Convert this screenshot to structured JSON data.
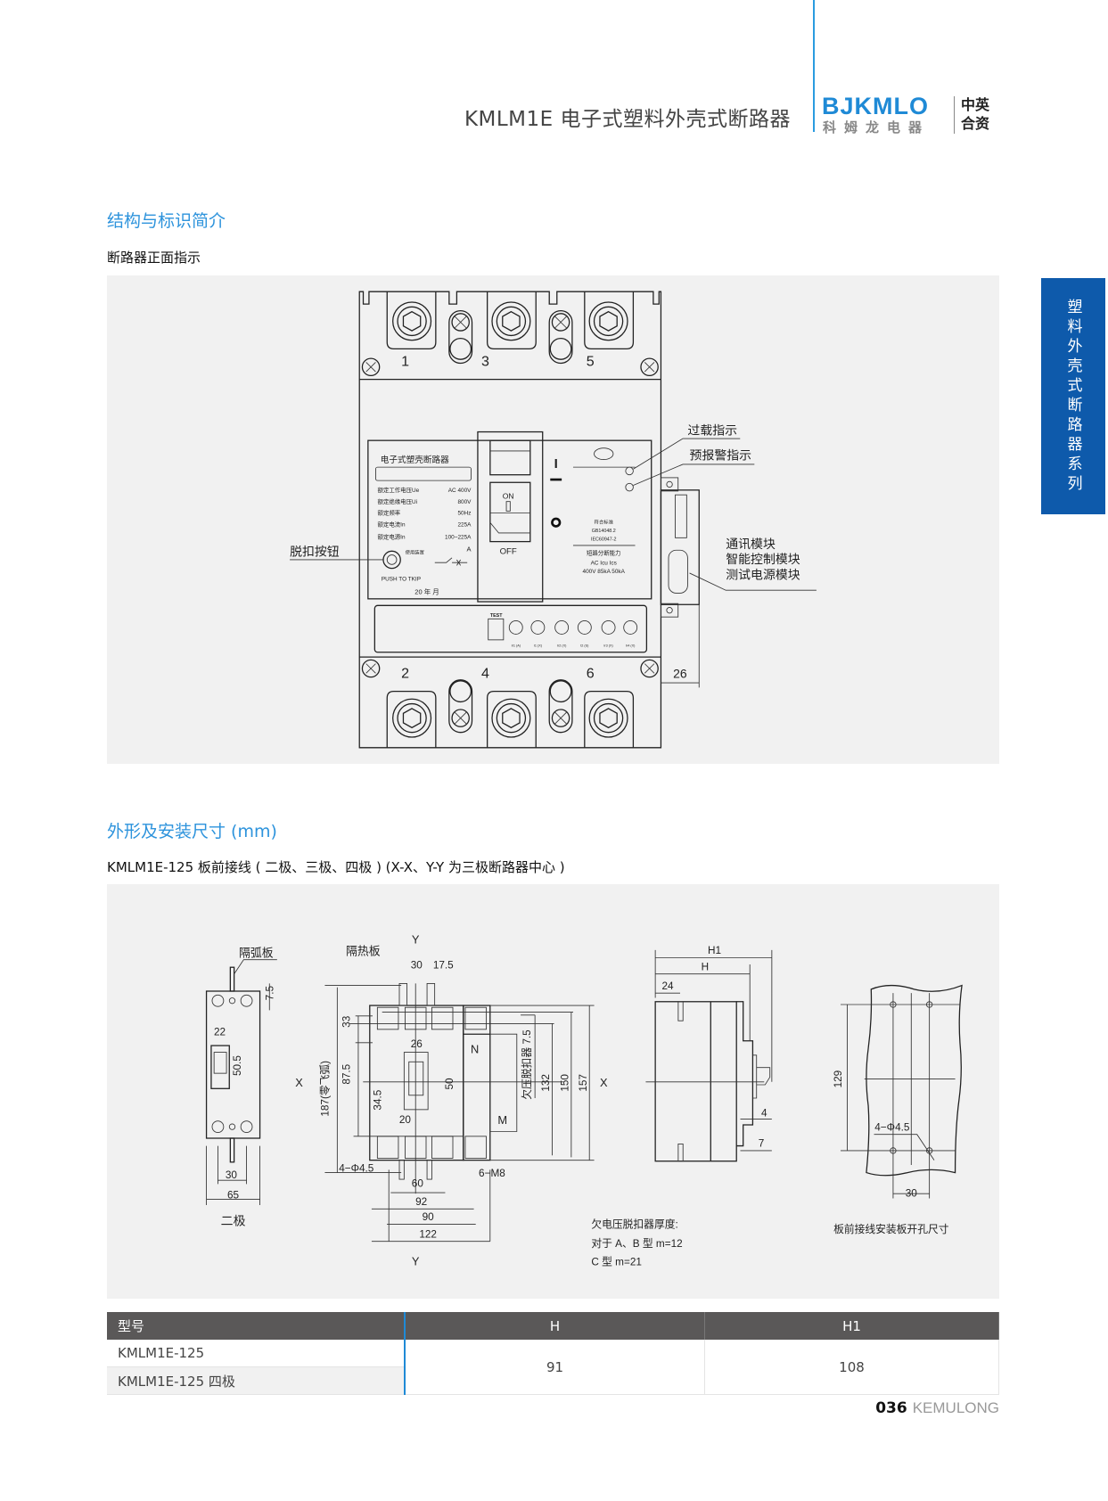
{
  "header": {
    "title": "KMLM1E 电子式塑料外壳式断路器",
    "logo_en": "BJKMLO",
    "logo_cn": "科姆龙电器",
    "logo_tag": "中英合资"
  },
  "side_tab": "塑料外壳式断路器系列",
  "section1": {
    "title": "结构与标识简介",
    "subtitle": "断路器正面指示",
    "callouts": {
      "overload": "过载指示",
      "prealarm": "预报警指示",
      "trip_button": "脱扣按钮",
      "comm": "通讯模块",
      "smart": "智能控制模块",
      "test_power": "测试电源模块",
      "dim_26": "26"
    },
    "poles_top": [
      "1",
      "3",
      "5"
    ],
    "poles_bottom": [
      "2",
      "4",
      "6"
    ],
    "nameplate": {
      "title": "电子式塑壳断路器",
      "rows": [
        {
          "label": "额定工作电压Ue",
          "value": "AC  400V"
        },
        {
          "label": "额定绝缘电压Ui",
          "value": "800V"
        },
        {
          "label": "额定频率",
          "value": "50Hz"
        },
        {
          "label": "额定电流In",
          "value": "225A"
        },
        {
          "label": "额定电源In",
          "value": "100~225A"
        }
      ],
      "unit_a": "A",
      "use_device": "使用装置",
      "push_to_trip": "PUSH TO TKIP",
      "date": "20  年  月",
      "on": "ON",
      "off": "OFF",
      "on_symbol": "I",
      "off_symbol": "O",
      "standard_title": "符合标准",
      "standard_1": "GB14048.2",
      "standard_2": "IEC60947-2",
      "breaking_title": "短路分断能力",
      "breaking_head": "AC    Icu    Ics",
      "breaking_values": "400V  85kA  50kA",
      "test": "TEST",
      "dial_labels": [
        "Ir1 (A)",
        "I1 (X)",
        "Ir2 (X)",
        "t2 (S)",
        "Ir3 (X)",
        "Ir4 (X)"
      ]
    }
  },
  "section2": {
    "title": "外形及安装尺寸 (mm)",
    "subtitle": "KMLM1E-125 板前接线 ( 二极、三极、四极 )   (X-X、Y-Y 为三极断路器中心 )",
    "two_pole": {
      "arc_plate": "隔弧板",
      "d7_5": "7.5",
      "d22": "22",
      "d50_5": "50.5",
      "d30": "30",
      "d65": "65",
      "caption": "二极"
    },
    "three_pole": {
      "y_top": "Y",
      "y_bottom": "Y",
      "x_left": "X",
      "x_right": "X",
      "heat_plate": "隔热板",
      "d30": "30",
      "d17_5": "17.5",
      "d33": "33",
      "d87_5": "87.5",
      "d187": "187(零飞弧)",
      "d26": "26",
      "d50": "50",
      "d34_5": "34.5",
      "d20": "20",
      "n": "N",
      "m": "M",
      "uv_release": "欠压脱扣器 7.5",
      "d132": "132",
      "d150": "150",
      "d157": "157",
      "holes": "4−Φ4.5",
      "screws": "6−M8",
      "d60": "60",
      "d92": "92",
      "d90": "90",
      "d122": "122"
    },
    "side_view": {
      "h1": "H1",
      "h": "H",
      "d24": "24",
      "d4": "4",
      "d7": "7"
    },
    "note": [
      "欠电压脱扣器厚度:",
      "对于 A、B 型 m=12",
      "C 型 m=21"
    ],
    "panel": {
      "d129": "129",
      "holes": "4−Φ4.5",
      "d30": "30",
      "caption": "板前接线安装板开孔尺寸"
    }
  },
  "table": {
    "headers": [
      "型号",
      "H",
      "H1"
    ],
    "models": [
      "KMLM1E-125",
      "KMLM1E-125 四极"
    ],
    "h": "91",
    "h1": "108"
  },
  "footer": {
    "page": "036",
    "brand": "KEMULONG"
  }
}
